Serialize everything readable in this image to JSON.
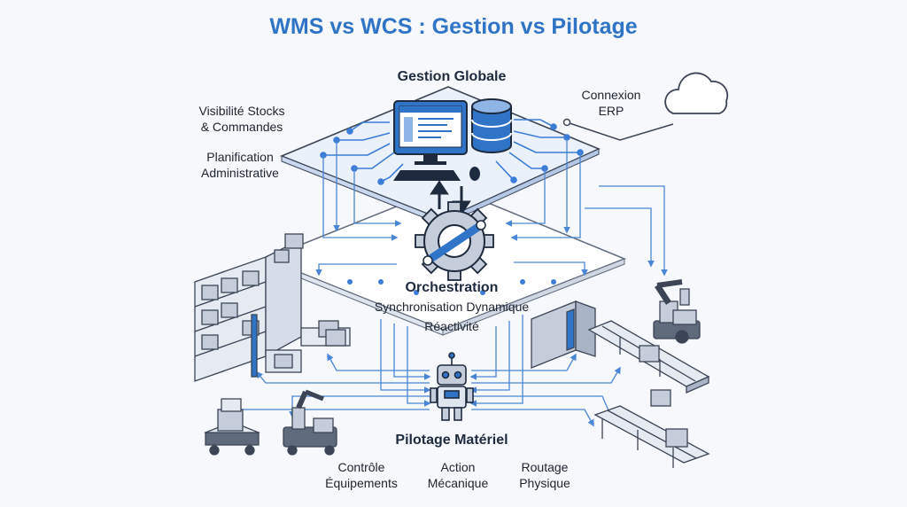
{
  "title": "WMS vs WCS : Gestion vs Pilotage",
  "top_layer": {
    "label": "Gestion Globale",
    "left_notes": [
      {
        "line1": "Visibilité Stocks",
        "line2": "& Commandes"
      },
      {
        "line1": "Planification",
        "line2": "Administrative"
      }
    ],
    "connection": {
      "line1": "Connexion",
      "line2": "ERP"
    }
  },
  "middle_layer": {
    "label": "Orchestration",
    "line1": "Synchronisation Dynamique",
    "line2": "Réactivité"
  },
  "bottom_layer": {
    "label": "Pilotage Matériel",
    "items": [
      {
        "line1": "Contrôle",
        "line2": "Équipements"
      },
      {
        "line1": "Action",
        "line2": "Mécanique"
      },
      {
        "line1": "Routage",
        "line2": "Physique"
      }
    ]
  },
  "icons": {
    "computer": "desktop-computer-icon",
    "database": "database-icon",
    "cloud": "cloud-icon",
    "gear": "gear-icon",
    "robot": "robot-icon"
  },
  "colors": {
    "title": "#2f74c6",
    "accent": "#3b7dd8",
    "line": "#4a86d6",
    "plate": "#ffffff",
    "plate_edge": "#5f6b7d"
  }
}
